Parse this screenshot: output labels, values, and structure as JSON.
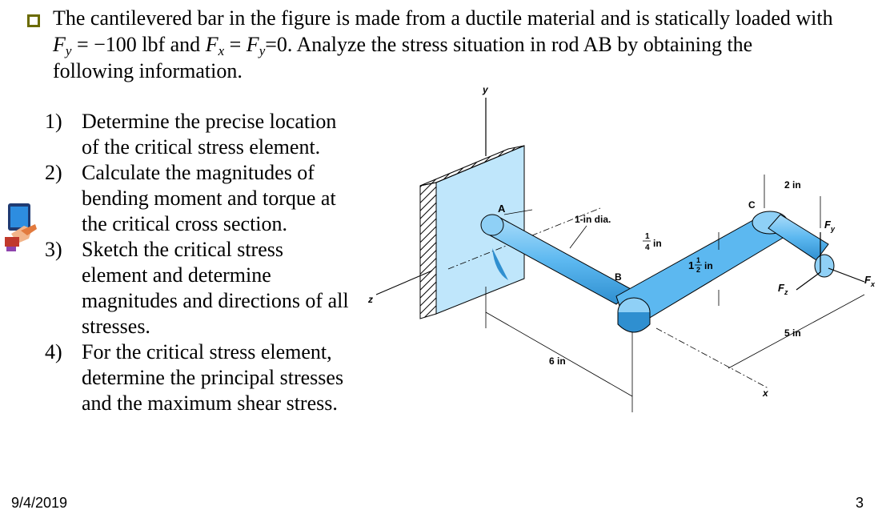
{
  "intro": {
    "text_a": "The cantilevered bar in the figure is made from a ductile material and is statically loaded with",
    "fy_sym": "F",
    "fy_sub": "y",
    "fy_eq": " = −100 lbf and ",
    "fx_sym": "F",
    "fx_sub": "x",
    "fx_eq": " = ",
    "fz_sym": "F",
    "fz_sub": "y",
    "text_b": "=0. Analyze the stress situation in rod AB by obtaining the",
    "text_c": "following information."
  },
  "items": [
    {
      "num": "1)",
      "text": "Determine the precise location of the critical stress element."
    },
    {
      "num": "2)",
      "text": "Calculate the magnitudes of bending moment and torque at the critical cross section."
    },
    {
      "num": "3)",
      "text": "Sketch the critical stress element and determine magnitudes and directions of all stresses."
    },
    {
      "num": "4)",
      "text": "For the critical stress element, determine the principal stresses and the maximum shear stress."
    }
  ],
  "footer": {
    "date": "9/4/2019",
    "page": "3"
  },
  "figure": {
    "y_axis": "y",
    "z_axis": "z",
    "x_axis": "x",
    "point_a": "A",
    "point_b": "B",
    "point_c": "C",
    "dia": "1-in dia.",
    "quarter_num": "1",
    "quarter_den": "4",
    "quarter_unit": "in",
    "one_half_whole": "1",
    "one_half_num": "1",
    "one_half_den": "2",
    "one_half_unit": "in",
    "two_in": "2 in",
    "five_in": "5 in",
    "six_in": "6 in",
    "f_y": "F",
    "f_y_sub": "y",
    "f_x": "F",
    "f_x_sub": "x",
    "f_z": "F",
    "f_z_sub": "z"
  },
  "colors": {
    "bullet": "#6b6b00",
    "bar": "#5cb8f0",
    "wall": "#bfe6fb"
  },
  "icons": [
    "checkbox-bullet-icon",
    "tablet-touch-icon"
  ]
}
